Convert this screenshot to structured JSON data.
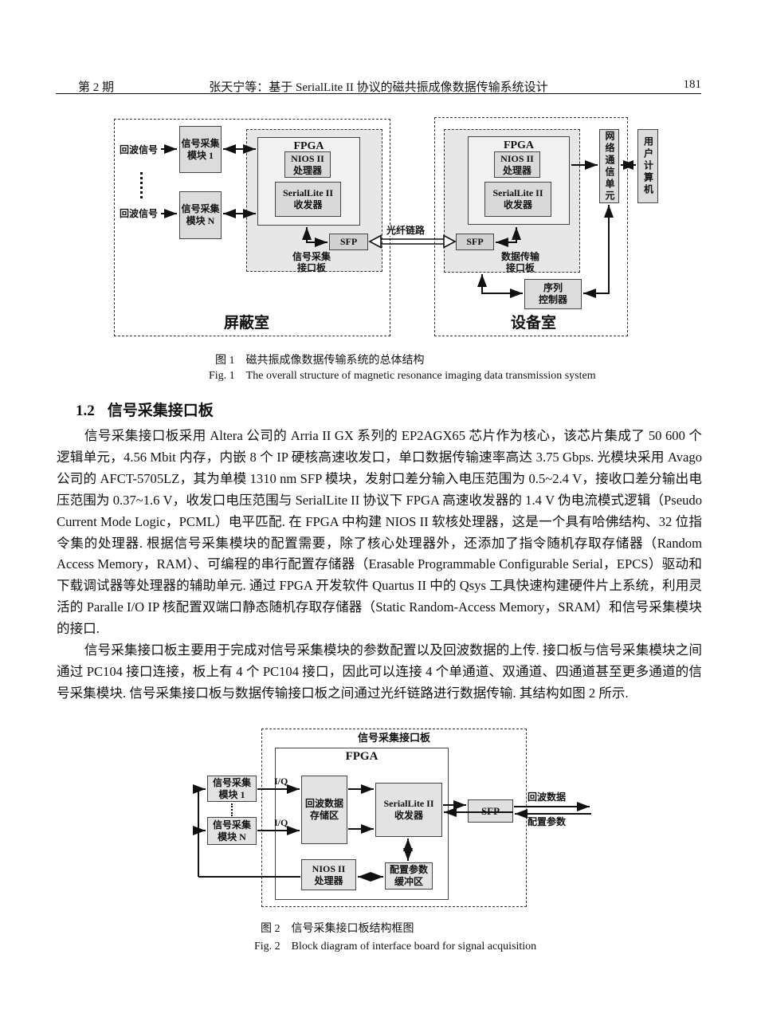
{
  "header": {
    "issue": "第 2 期",
    "title": "张天宁等：基于 SerialLite II 协议的磁共振成像数据传输系统设计",
    "page_number": "181"
  },
  "fig1": {
    "echo_signal": "回波信号",
    "module1": {
      "l1": "信号采集",
      "l2": "模块 1"
    },
    "moduleN": {
      "l1": "信号采集",
      "l2": "模块 N"
    },
    "fpga": "FPGA",
    "nios": {
      "l1": "NIOS II",
      "l2": "处理器"
    },
    "seriallite": {
      "l1": "SerialLite II",
      "l2": "收发器"
    },
    "sfp": "SFP",
    "acq_board": {
      "l1": "信号采集",
      "l2": "接口板"
    },
    "shield_room": "屏蔽室",
    "fiber_link": "光纤链路",
    "trans_board": {
      "l1": "数据传输",
      "l2": "接口板"
    },
    "device_room": "设备室",
    "network_unit": "网络通信单元",
    "user_computer": "用户计算机",
    "seq_controller": {
      "l1": "序列",
      "l2": "控制器"
    },
    "caption_zh": "图 1　磁共振成像数据传输系统的总体结构",
    "caption_en": "Fig. 1　The overall structure of magnetic resonance imaging data transmission system"
  },
  "section": {
    "number": "1.2",
    "title": "信号采集接口板"
  },
  "body": {
    "p1": "信号采集接口板采用 Altera 公司的 Arria II GX 系列的 EP2AGX65 芯片作为核心，该芯片集成了 50 600 个逻辑单元，4.56 Mbit 内存，内嵌 8 个 IP 硬核高速收发口，单口数据传输速率高达 3.75 Gbps. 光模块采用 Avago 公司的 AFCT-5705LZ，其为单模 1310 nm SFP 模块，发射口差分输入电压范围为 0.5~2.4 V，接收口差分输出电压范围为 0.37~1.6 V，收发口电压范围与 SerialLite II 协议下 FPGA 高速收发器的 1.4 V 伪电流模式逻辑（Pseudo Current Mode Logic，PCML）电平匹配. 在 FPGA 中构建 NIOS II 软核处理器，这是一个具有哈佛结构、32 位指令集的处理器. 根据信号采集模块的配置需要，除了核心处理器外，还添加了指令随机存取存储器（Random Access Memory，RAM）、可编程的串行配置存储器（Erasable Programmable Configurable Serial，EPCS）驱动和下载调试器等处理器的辅助单元. 通过 FPGA 开发软件 Quartus II 中的 Qsys 工具快速构建硬件片上系统，利用灵活的 Paralle I/O IP 核配置双端口静态随机存取存储器（Static Random-Access Memory，SRAM）和信号采集模块的接口.",
    "p2": "信号采集接口板主要用于完成对信号采集模块的参数配置以及回波数据的上传. 接口板与信号采集模块之间通过 PC104 接口连接，板上有 4 个 PC104 接口，因此可以连接 4 个单通道、双通道、四通道甚至更多通道的信号采集模块. 信号采集接口板与数据传输接口板之间通过光纤链路进行数据传输. 其结构如图 2 所示."
  },
  "fig2": {
    "board_label": "信号采集接口板",
    "fpga": "FPGA",
    "module1": {
      "l1": "信号采集",
      "l2": "模块 1"
    },
    "moduleN": {
      "l1": "信号采集",
      "l2": "模块 N"
    },
    "iq": "I/Q",
    "echo_store": {
      "l1": "回波数据",
      "l2": "存储区"
    },
    "seriallite": {
      "l1": "SerialLite II",
      "l2": "收发器"
    },
    "nios": {
      "l1": "NIOS II",
      "l2": "处理器"
    },
    "cfg_buffer": {
      "l1": "配置参数",
      "l2": "缓冲区"
    },
    "sfp": "SFP",
    "out_echo": "回波数据",
    "out_cfg": "配置参数",
    "caption_zh": "图 2　信号采集接口板结构框图",
    "caption_en": "Fig. 2　Block diagram of interface board for signal acquisition"
  },
  "colors": {
    "board_fill": "#e7e7e7",
    "fpga_fill": "#f1f1f1",
    "box_fill": "#dcdcdc",
    "line": "#111111"
  }
}
